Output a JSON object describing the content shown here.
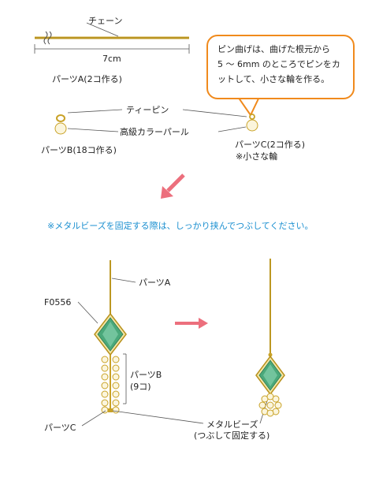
{
  "labels": {
    "chain": "チェーン",
    "length": "7cm",
    "partA": "パーツA(2コ作る)",
    "teePin": "ティーピン",
    "pearl": "高級カラーパール",
    "partB": "パーツB(18コ作る)",
    "partC": "パーツC(2コ作る)",
    "smallRing": "※小さな輪"
  },
  "bubble": {
    "line1": "ピン曲げは、曲げた根元から",
    "line2": "5 ～ 6mm のところでピンをカ",
    "line3": "ットして、小さな輪を作る。"
  },
  "note": "※メタルビーズを固定する際は、しっかり挟んでつぶしてください。",
  "assembly": {
    "partA": "パーツA",
    "stone": "F0556",
    "partB": "パーツB",
    "partBCount": "(9コ)",
    "partC": "パーツC",
    "metalBeads": "メタルビーズ",
    "metalBeadsNote": "(つぶして固定する)"
  },
  "colors": {
    "gold": "#c9a227",
    "stone": "#4aa87a",
    "arrow": "#ec6f7d",
    "bubbleBorder": "#f08a1c",
    "note": "#1a8fd0"
  }
}
